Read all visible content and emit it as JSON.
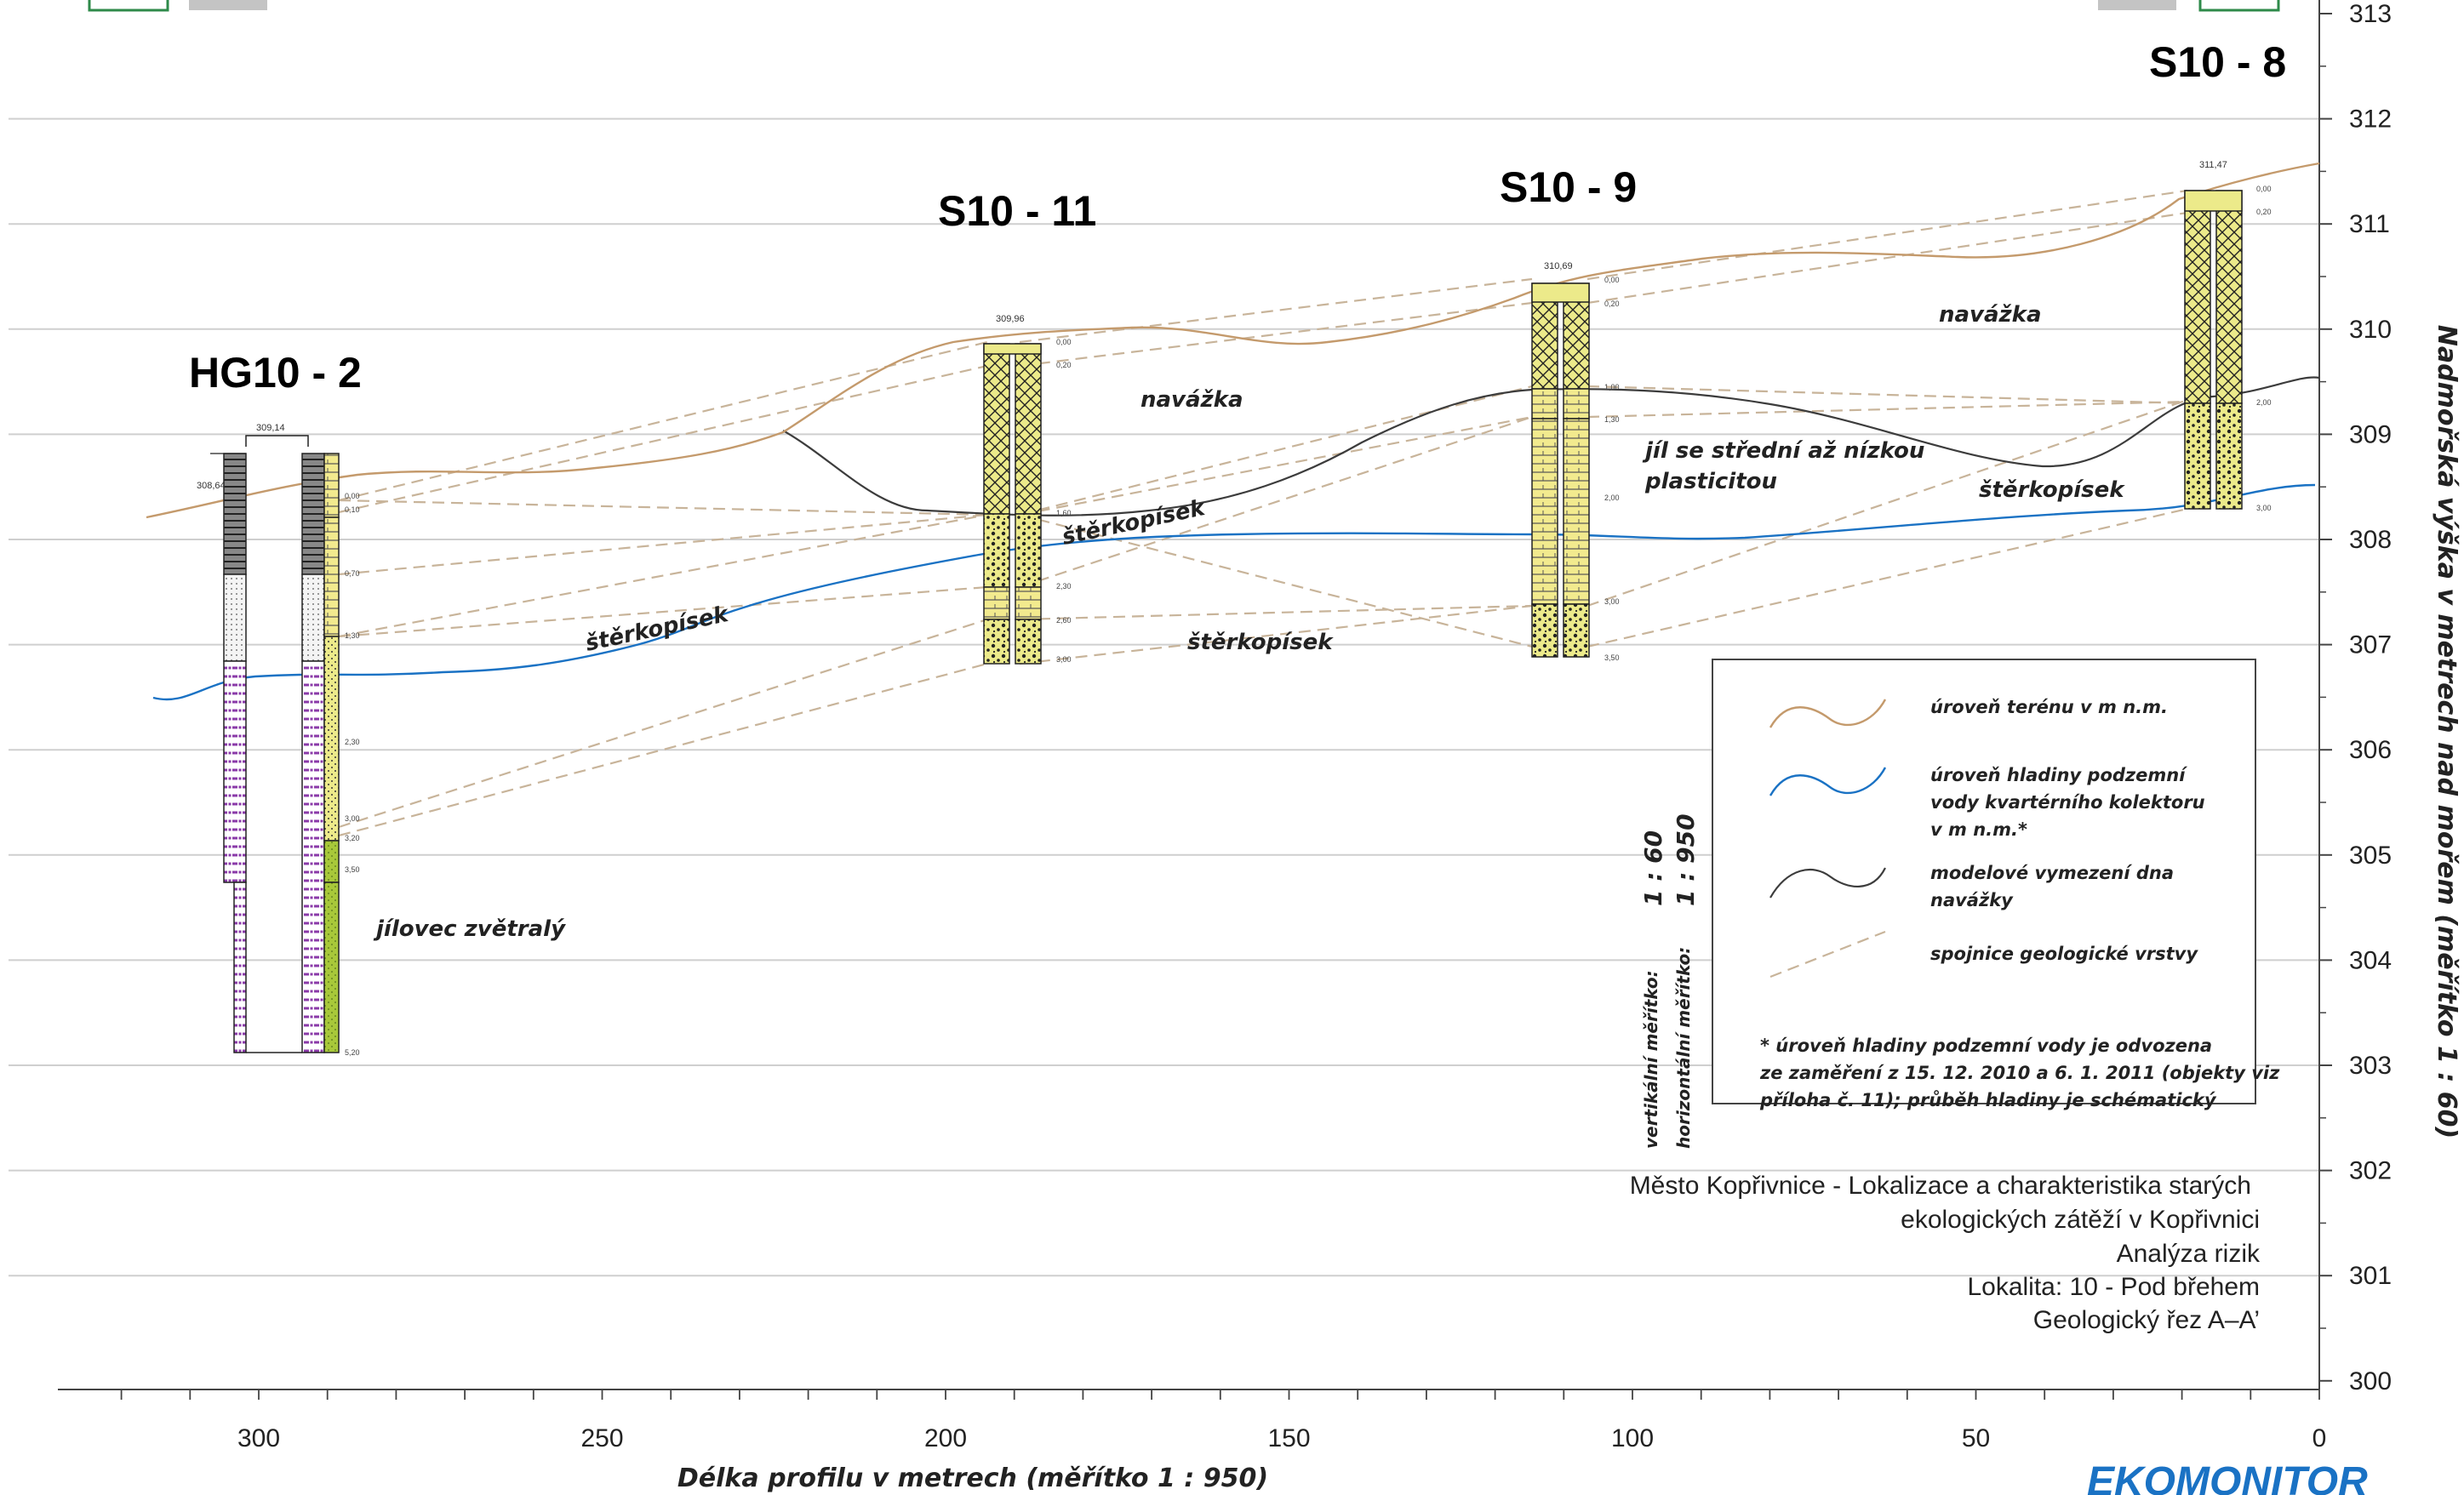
{
  "boreholes": [
    {
      "name": "HG10 - 2"
    },
    {
      "name": "S10 - 11"
    },
    {
      "name": "S10 - 9"
    },
    {
      "name": "S10 - 8"
    }
  ],
  "elevations": {
    "hg_a": "308,64",
    "hg_b": "309,14",
    "s11": "309,96",
    "s9": "310,69",
    "s8": "311,47"
  },
  "depths": {
    "hg": [
      "0,00",
      "0,10",
      "0,70",
      "1,30",
      "2,30",
      "3,00",
      "3,20",
      "3,50",
      "5,20"
    ],
    "s11": [
      "0,00",
      "0,20",
      "1,60",
      "2,30",
      "2,60",
      "3,00"
    ],
    "s9": [
      "0,00",
      "0,20",
      "1,00",
      "1,30",
      "2,00",
      "3,00",
      "3,50"
    ],
    "s8": [
      "0,00",
      "0,20",
      "2,00",
      "3,00"
    ]
  },
  "layers": {
    "navazka1": "navážka",
    "navazka2": "navážka",
    "sterk1": "štěrkopísek",
    "sterk2": "štěrkopísek",
    "sterk3": "štěrkopísek",
    "sterk4": "štěrkopísek",
    "jil_a": "jíl se střední až nízkou",
    "jil_b": "plasticitou",
    "jilovec": "jílovec zvětralý"
  },
  "axis": {
    "right_ticks": [
      "313",
      "312",
      "311",
      "310",
      "309",
      "308",
      "307",
      "306",
      "305",
      "304",
      "303",
      "302",
      "301",
      "300"
    ],
    "bottom_ticks": [
      "300",
      "250",
      "200",
      "150",
      "100",
      "50",
      "0"
    ],
    "xlabel": "Délka profilu v metrech (měřítko 1 : 950)",
    "ylabel": "Nadmořská výška v metrech nad mořem (měřítko 1 : 60)"
  },
  "scale": {
    "vertical_label": "vertikální měřítko:",
    "horizontal_label": "horizontální měřítko:",
    "vertical_value": "1 : 60",
    "horizontal_value": "1 : 950"
  },
  "legend": {
    "terrain": "úroveň terénu v m n.m.",
    "water_1": "úroveň hladiny podzemní",
    "water_2": "vody kvartérního kolektoru",
    "water_3": "v m n.m.*",
    "model_1": "modelové vymezení dna",
    "model_2": "navážky",
    "spojnice": "spojnice geologické vrstvy",
    "note_1": "* úroveň hladiny podzemní vody je odvozena",
    "note_2": "ze zaměření z 15. 12. 2010 a 6. 1. 2011 (objekty viz",
    "note_3": "příloha č. 11); průběh hladiny je schématický"
  },
  "title_block": {
    "line1": "Město Kopřivnice - Lokalizace a charakteristika starých",
    "line2": "ekologických zátěží v Kopřivnici",
    "line3": "Analýza rizik",
    "line4": "Lokalita: 10 - Pod břehem",
    "line5": "Geologický řez A–A’"
  },
  "logo": "EKOMONITOR",
  "colors": {
    "terrain": "#c49a6c",
    "water": "#1a72c4",
    "model": "#3c3c3c",
    "spojnice": "#c8b49a",
    "grid": "#cfcfcf"
  }
}
